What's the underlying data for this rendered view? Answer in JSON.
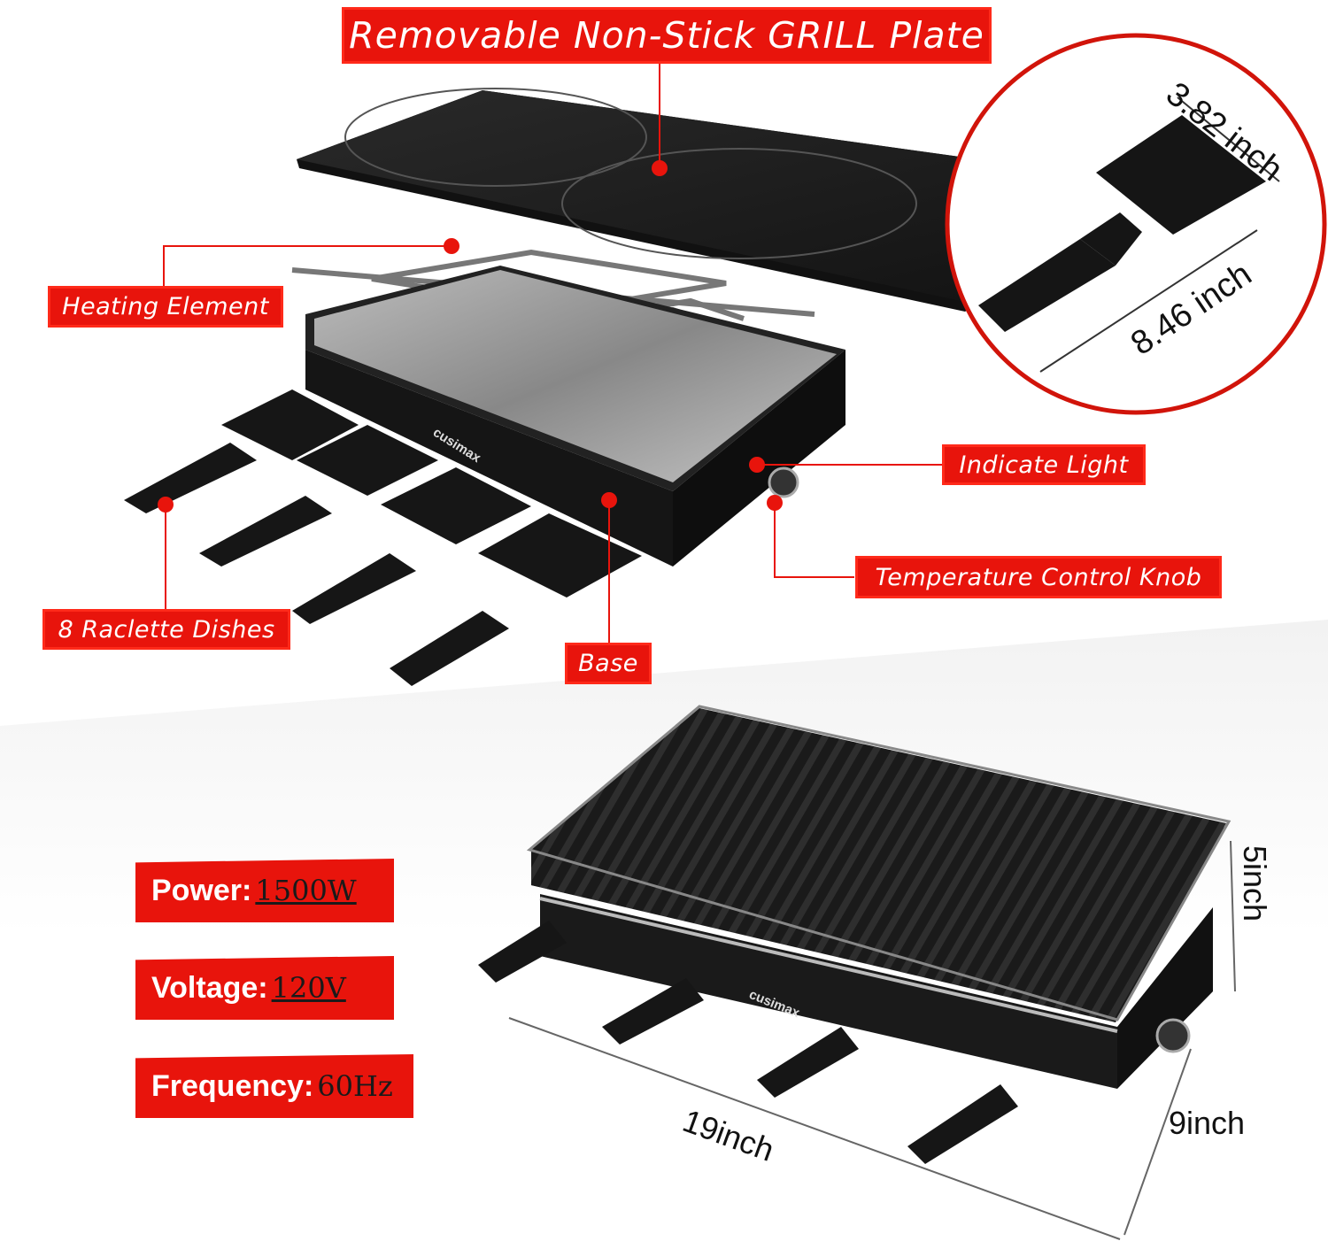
{
  "labels": {
    "grill_plate": "Removable Non-Stick GRILL Plate",
    "heating_element": "Heating Element",
    "raclette_dishes": "8 Raclette Dishes",
    "base": "Base",
    "indicate_light": "Indicate Light",
    "temp_knob": "Temperature Control Knob"
  },
  "brand": "cusimax",
  "dish_dims": {
    "width": "3.82 inch",
    "length": "8.46 inch"
  },
  "specs": {
    "power_label": "Power:",
    "power_value": "1500W",
    "voltage_label": "Voltage:",
    "voltage_value": "120V",
    "frequency_label": "Frequency:",
    "frequency_value": "60Hz"
  },
  "dims": {
    "length": "19inch",
    "width": "9inch",
    "height": "5inch"
  },
  "colors": {
    "accent": "#e8140c",
    "product": "#1c1c1c"
  }
}
